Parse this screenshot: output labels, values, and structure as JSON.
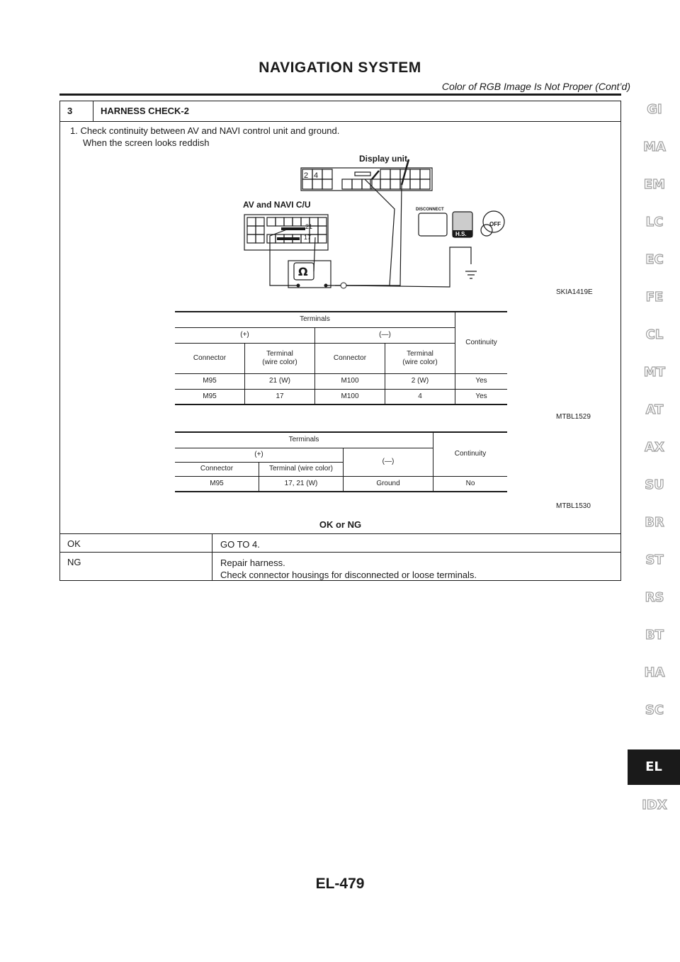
{
  "header": {
    "title": "NAVIGATION SYSTEM",
    "subtitle": "Color of RGB Image Is Not Proper (Cont’d)"
  },
  "step": {
    "number": "3",
    "title": "HARNESS CHECK-2",
    "instruction_1": "1. Check continuity between AV and NAVI control unit and ground.",
    "instruction_2": "When the screen looks reddish"
  },
  "figure": {
    "display_unit_label": "Display unit",
    "pin_a": "2",
    "pin_b": "4",
    "control_unit_label": "AV and NAVI C/U",
    "pin_c": "21",
    "pin_d": "17",
    "disconnect_label": "DISCONNECT",
    "hs_label": "H.S.",
    "off_label": "OFF",
    "ohm_symbol": "Ω",
    "id": "SKIA1419E"
  },
  "table1": {
    "id": "MTBL1529",
    "headers": {
      "terminals": "Terminals",
      "plus": "(+)",
      "minus": "(—)",
      "continuity": "Continuity",
      "connector_plus": "Connector",
      "terminal_plus": "Terminal\n(wire color)",
      "connector_minus": "Connector",
      "terminal_minus": "Terminal\n(wire color)"
    },
    "rows": [
      [
        "M95",
        "21 (W)",
        "M100",
        "2 (W)",
        "Yes"
      ],
      [
        "M95",
        "17",
        "M100",
        "4",
        "Yes"
      ]
    ]
  },
  "table2": {
    "id": "MTBL1530",
    "headers": {
      "terminals": "Terminals",
      "plus": "(+)",
      "minus": "(—)",
      "continuity": "Continuity",
      "connector": "Connector",
      "terminal": "Terminal (wire color)"
    },
    "rows": [
      [
        "M95",
        "17, 21 (W)",
        "Ground",
        "No"
      ]
    ]
  },
  "result": {
    "ok_or_ng": "OK or NG",
    "ok_label": "OK",
    "ok_action": "GO TO 4.",
    "ng_label": "NG",
    "ng_action_1": "Repair harness.",
    "ng_action_2": "Check connector housings for disconnected or loose terminals."
  },
  "side_tabs": [
    "GI",
    "MA",
    "EM",
    "LC",
    "EC",
    "FE",
    "CL",
    "MT",
    "AT",
    "AX",
    "SU",
    "BR",
    "ST",
    "RS",
    "BT",
    "HA",
    "SC",
    "EL",
    "IDX"
  ],
  "active_tab": "EL",
  "page_number": "EL-479"
}
